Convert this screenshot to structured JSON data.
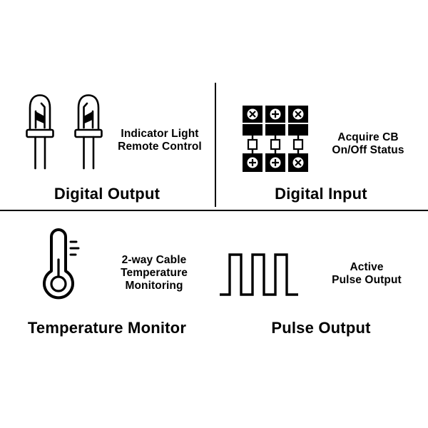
{
  "colors": {
    "foreground": "#000000",
    "background": "#ffffff"
  },
  "quadrants": [
    {
      "id": "digital-output",
      "title": "Digital Output",
      "icon": "led-indicator-icon",
      "caption_lines": [
        "Indicator Light",
        "Remote Control"
      ]
    },
    {
      "id": "digital-input",
      "title": "Digital Input",
      "icon": "circuit-breaker-icon",
      "caption_lines": [
        "Acquire CB",
        "On/Off Status"
      ]
    },
    {
      "id": "temperature-monitor",
      "title": "Temperature Monitor",
      "icon": "thermometer-icon",
      "caption_lines": [
        "2-way Cable",
        "Temperature",
        "Monitoring"
      ]
    },
    {
      "id": "pulse-output",
      "title": "Pulse Output",
      "icon": "pulse-wave-icon",
      "caption_lines": [
        "Active",
        "Pulse Output"
      ]
    }
  ]
}
